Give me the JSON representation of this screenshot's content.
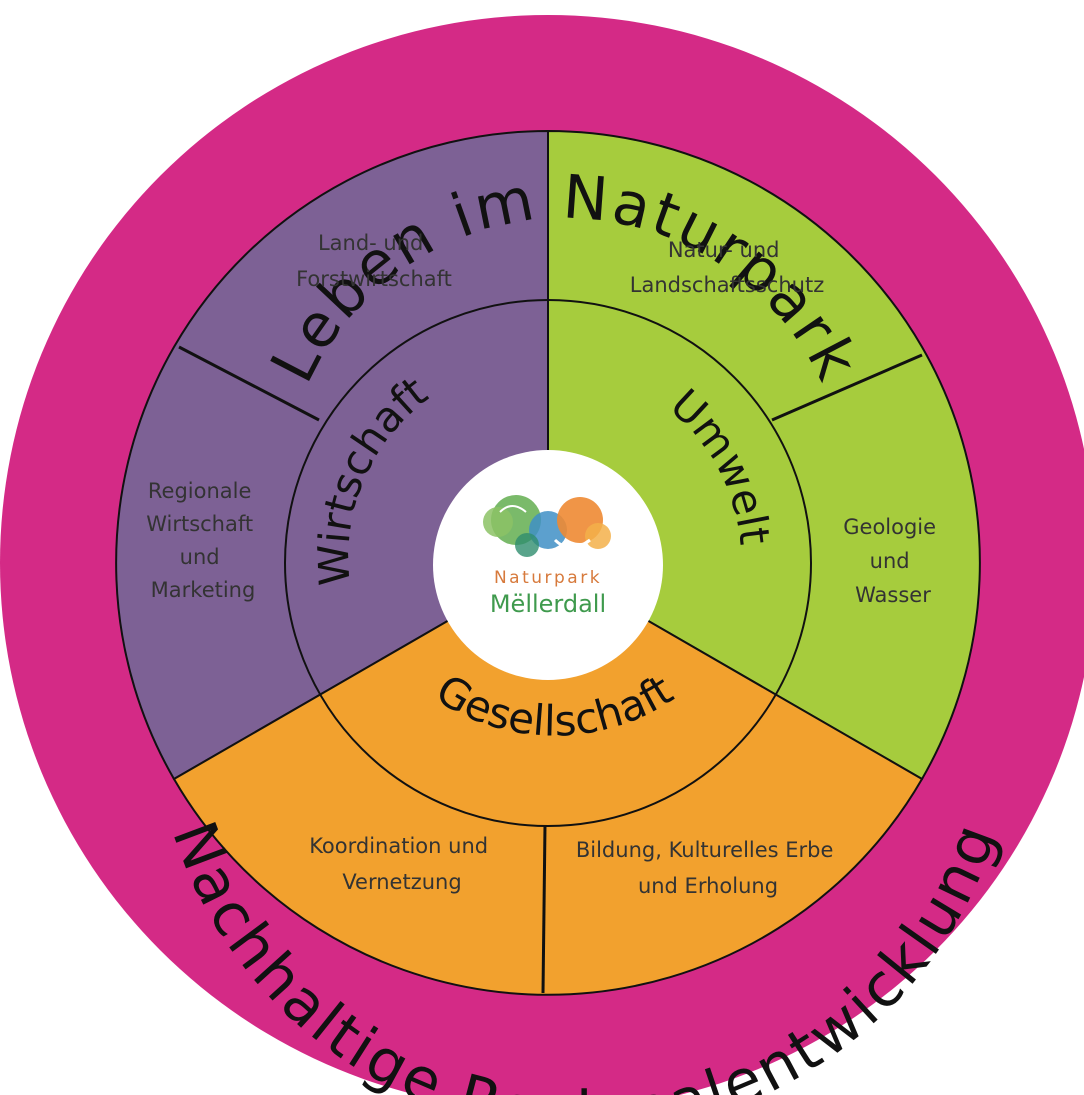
{
  "outer_ring": {
    "top_text": "Leben im Naturpark",
    "bottom_text": "Nachhaltige Regionalentwicklung"
  },
  "sectors": {
    "wirtschaft": {
      "title": "Wirtschaft",
      "sub1": [
        "Land- und",
        "Forstwirtschaft"
      ],
      "sub2": [
        "Regionale",
        "Wirtschaft",
        "und",
        "Marketing"
      ]
    },
    "umwelt": {
      "title": "Umwelt",
      "sub1": [
        "Natur- und",
        "Landschaftsschutz"
      ],
      "sub2": [
        "Geologie",
        "und",
        "Wasser"
      ]
    },
    "gesellschaft": {
      "title": "Gesellschaft",
      "sub1": [
        "Koordination und",
        "Vernetzung"
      ],
      "sub2": [
        "Bildung, Kulturelles Erbe",
        "und Erholung"
      ]
    }
  },
  "logo": {
    "line1": "Naturpark",
    "line2": "Mëllerdall"
  },
  "colors": {
    "ring": "#d42a86",
    "wirtschaft": "#7d6195",
    "umwelt": "#a6cc3d",
    "gesellschaft": "#f2a12e",
    "center": "#ffffff"
  }
}
